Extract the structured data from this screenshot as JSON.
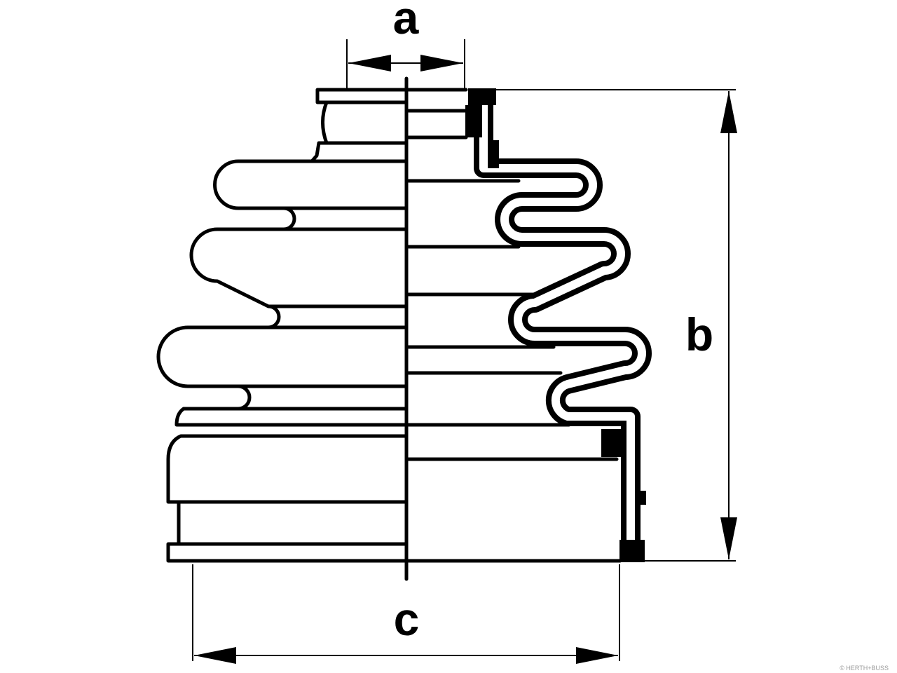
{
  "dimensions": {
    "a": "a",
    "b": "b",
    "c": "c"
  },
  "watermark": "© HERTH+BUSS",
  "colors": {
    "line": "#000000",
    "background": "#ffffff"
  }
}
